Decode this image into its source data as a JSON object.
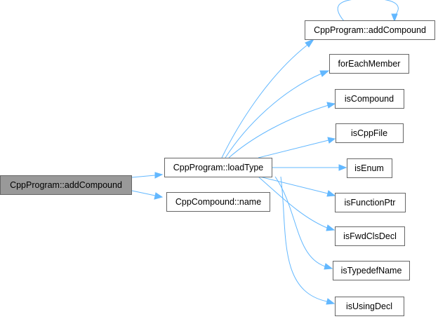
{
  "graph": {
    "edge_color": "#63b8ff",
    "root_fill": "#999999",
    "node_fill": "#ffffff",
    "border_color": "#666666",
    "nodes": {
      "root": "CppProgram::addCompound",
      "loadType": "CppProgram::loadType",
      "cppName": "CppCompound::name",
      "addCompound": "CppProgram::addCompound",
      "forEachMember": "forEachMember",
      "isCompound": "isCompound",
      "isCppFile": "isCppFile",
      "isEnum": "isEnum",
      "isFunctionPtr": "isFunctionPtr",
      "isFwdClsDecl": "isFwdClsDecl",
      "isTypedefName": "isTypedefName",
      "isUsingDecl": "isUsingDecl"
    }
  }
}
